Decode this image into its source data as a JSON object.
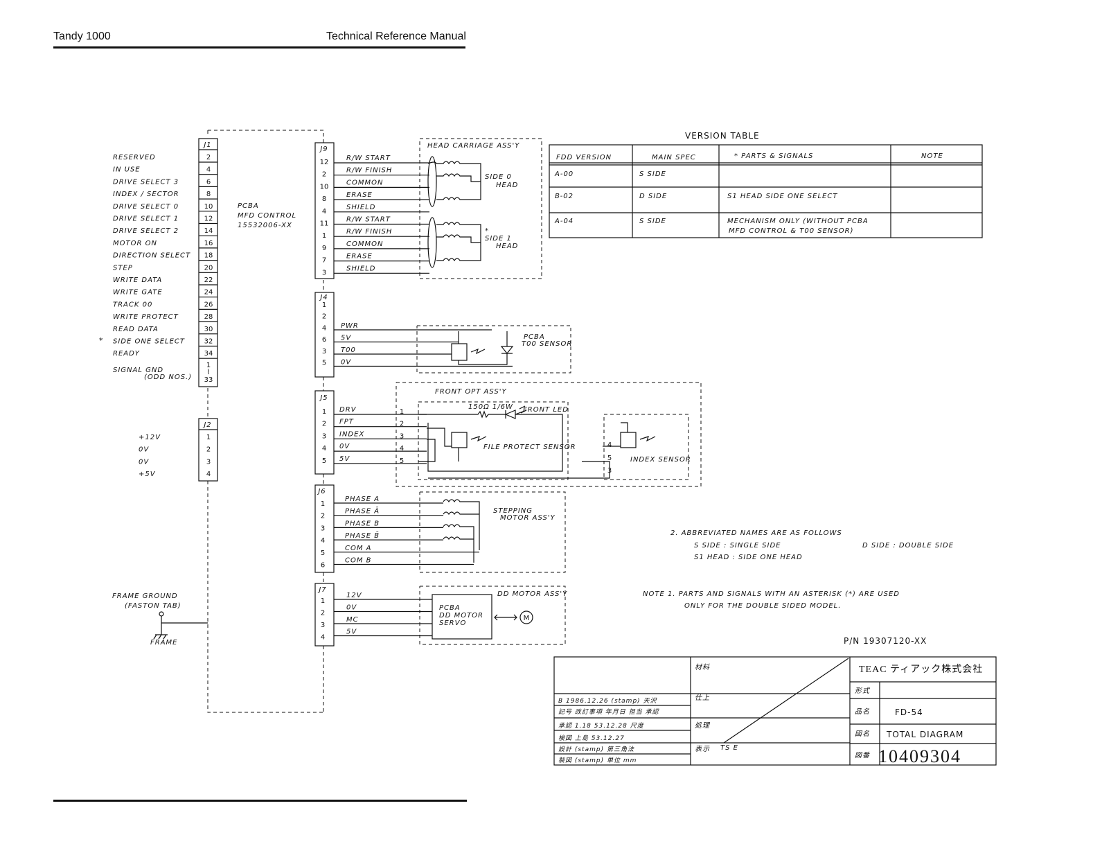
{
  "header": {
    "left": "Tandy 1000",
    "right": "Technical Reference Manual"
  },
  "j1": {
    "label": "J1",
    "pins": [
      {
        "sig": "RESERVED",
        "pin": "2"
      },
      {
        "sig": "IN USE",
        "pin": "4"
      },
      {
        "sig": "DRIVE SELECT 3",
        "pin": "6"
      },
      {
        "sig": "INDEX / SECTOR",
        "pin": "8"
      },
      {
        "sig": "DRIVE SELECT 0",
        "pin": "10"
      },
      {
        "sig": "DRIVE SELECT 1",
        "pin": "12"
      },
      {
        "sig": "DRIVE SELECT 2",
        "pin": "14"
      },
      {
        "sig": "MOTOR ON",
        "pin": "16"
      },
      {
        "sig": "DIRECTION SELECT",
        "pin": "18"
      },
      {
        "sig": "STEP",
        "pin": "20"
      },
      {
        "sig": "WRITE DATA",
        "pin": "22"
      },
      {
        "sig": "WRITE GATE",
        "pin": "24"
      },
      {
        "sig": "TRACK 00",
        "pin": "26"
      },
      {
        "sig": "WRITE PROTECT",
        "pin": "28"
      },
      {
        "sig": "READ DATA",
        "pin": "30"
      },
      {
        "sig": "SIDE ONE SELECT",
        "pin": "32"
      },
      {
        "sig": "READY",
        "pin": "34"
      }
    ],
    "asterisk": "*",
    "gnd_label": "SIGNAL GND",
    "gnd_sub": "(ODD NOS.)",
    "gnd_pins": [
      "1",
      "⌇",
      "33"
    ]
  },
  "pcba": {
    "line1": "PCBA",
    "line2": "MFD CONTROL",
    "line3": "15532006-XX"
  },
  "j2": {
    "label": "J2",
    "pins": [
      {
        "sig": "+12V",
        "pin": "1"
      },
      {
        "sig": "0V",
        "pin": "2"
      },
      {
        "sig": "0V",
        "pin": "3"
      },
      {
        "sig": "+5V",
        "pin": "4"
      }
    ]
  },
  "frame": {
    "line1": "FRAME GROUND",
    "line2": "(FASTON TAB)",
    "line3": "FRAME"
  },
  "j9": {
    "label": "J9",
    "pins": [
      "12",
      "2",
      "10",
      "8",
      "4",
      "11",
      "1",
      "9",
      "7",
      "3"
    ],
    "signals": [
      "R/W START",
      "R/W FINISH",
      "COMMON",
      "ERASE",
      "SHIELD",
      "R/W START",
      "R/W FINISH",
      "COMMON",
      "ERASE",
      "SHIELD"
    ],
    "assy": "HEAD CARRIAGE ASS'Y",
    "head0": [
      "SIDE 0",
      "HEAD"
    ],
    "head1": [
      "*",
      "SIDE 1",
      "HEAD"
    ]
  },
  "j4": {
    "label": "J4",
    "pins": [
      "1",
      "2",
      "4",
      "6",
      "3",
      "5"
    ],
    "signals": [
      "PWR",
      "5V",
      "T00",
      "0V"
    ],
    "sensor": [
      "PCBA",
      "T00 SENSOR"
    ]
  },
  "j5": {
    "label": "J5",
    "pins": [
      "1",
      "2",
      "3",
      "4",
      "5"
    ],
    "signals": [
      "DRV",
      "FPT",
      "INDEX",
      "0V",
      "5V"
    ],
    "inner_pins": [
      "1",
      "2",
      "3",
      "4",
      "5"
    ],
    "assy": "FRONT OPT ASS'Y",
    "resistor": "150Ω 1/6W",
    "led": "FRONT LED",
    "fps": "FILE PROTECT SENSOR",
    "idx": "INDEX SENSOR",
    "idx_pins": [
      "4",
      "5",
      "3"
    ]
  },
  "j6": {
    "label": "J6",
    "pins": [
      "1",
      "2",
      "3",
      "4",
      "5",
      "6"
    ],
    "signals": [
      "PHASE A",
      "PHASE Ā",
      "PHASE B",
      "PHASE B̄",
      "COM A",
      "COM B"
    ],
    "assy": [
      "STEPPING",
      "MOTOR ASS'Y"
    ]
  },
  "j7": {
    "label": "J7",
    "pins": [
      "1",
      "2",
      "3",
      "4"
    ],
    "signals": [
      "12V",
      "0V",
      "MC",
      "5V"
    ],
    "assy": "DD MOTOR ASS'Y",
    "servo": [
      "PCBA",
      "DD MOTOR",
      "SERVO"
    ],
    "motor": "M"
  },
  "version_table": {
    "title": "VERSION TABLE",
    "headers": [
      "FDD VERSION",
      "MAIN SPEC",
      "* PARTS & SIGNALS",
      "NOTE"
    ],
    "rows": [
      {
        "ver": "A-00",
        "spec": "S SIDE",
        "parts": "",
        "parts2": "",
        "note": ""
      },
      {
        "ver": "B-02",
        "spec": "D SIDE",
        "parts": "S1 HEAD   SIDE ONE SELECT",
        "parts2": "",
        "note": ""
      },
      {
        "ver": "A-04",
        "spec": "S SIDE",
        "parts": "MECHANISM ONLY (WITHOUT PCBA",
        "parts2": "MFD CONTROL & T00 SENSOR)",
        "note": ""
      }
    ]
  },
  "notes": {
    "n2": "2. ABBREVIATED NAMES ARE AS FOLLOWS",
    "n2a": "S SIDE : SINGLE SIDE",
    "n2b": "D SIDE : DOUBLE SIDE",
    "n2c": "S1 HEAD : SIDE ONE HEAD",
    "n1a": "NOTE 1. PARTS AND SIGNALS WITH AN ASTERISK (*) ARE USED",
    "n1b": "ONLY FOR THE DOUBLE SIDED MODEL."
  },
  "pn": "P/N 19307120-XX",
  "title_block": {
    "company": "TEAC ティアック株式会社",
    "labels": [
      "形式",
      "品名",
      "図名",
      "図番"
    ],
    "product": "FD-54",
    "drawing_name": "TOTAL DIAGRAM",
    "drawing_number": "10409304",
    "rows": [
      "B 1986.12.26 (stamp) 天沢",
      "記号 改訂事項 年月日 担当 承認",
      "承認 1.18 53.12.28 尺度",
      "検図 上島 53.12.27",
      "設計 (stamp) 第三角法",
      "製図 (stamp) 単位 mm"
    ],
    "mid": [
      "材料",
      "仕上",
      "処理",
      "表示",
      "TS E"
    ]
  }
}
